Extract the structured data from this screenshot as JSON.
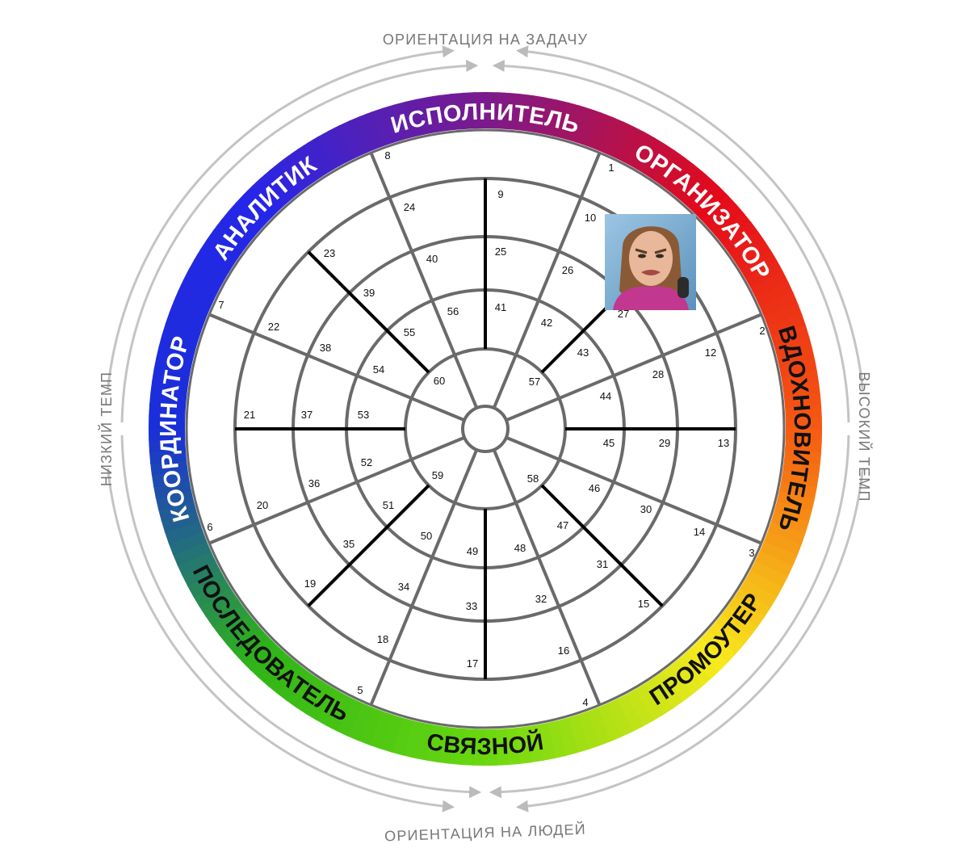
{
  "captions": {
    "top": "ОРИЕНТАЦИЯ НА ЗАДАЧУ",
    "bottom": "ОРИЕНТАЦИЯ НА ЛЮДЕЙ",
    "left": "НИЗКИЙ ТЕМП",
    "right": "ВЫСОКИЙ ТЕМП"
  },
  "roles": [
    {
      "key": "ispolnitel",
      "label": "ИСПОЛНИТЕЛЬ",
      "text_color": "#ffffff"
    },
    {
      "key": "organizator",
      "label": "ОРГАНИЗАТОР",
      "text_color": "#ffffff"
    },
    {
      "key": "vdokhnovitel",
      "label": "ВДОХНОВИТЕЛЬ",
      "text_color": "#111111"
    },
    {
      "key": "promouter",
      "label": "ПРОМОУТЕР",
      "text_color": "#111111"
    },
    {
      "key": "svyaznoy",
      "label": "СВЯЗНОЙ",
      "text_color": "#111111"
    },
    {
      "key": "posledovatel",
      "label": "ПОСЛЕДОВАТЕЛЬ",
      "text_color": "#111111"
    },
    {
      "key": "koordinator",
      "label": "КООРДИНАТОР",
      "text_color": "#ffffff"
    },
    {
      "key": "analitik",
      "label": "АНАЛИТИК",
      "text_color": "#ffffff"
    }
  ],
  "ring_colors": {
    "top": "#7b1a8c",
    "top_right": "#e40a1a",
    "right": "#f55a12",
    "bottom_right": "#f7ea1c",
    "bottom": "#6ad80f",
    "bottom_left": "#2eb418",
    "left": "#1a2fd8",
    "top_left": "#2626e8"
  },
  "cells": {
    "outer": [
      "1",
      "2",
      "3",
      "4",
      "5",
      "6",
      "7",
      "8"
    ],
    "ring4": [
      "9",
      "10",
      "12",
      "13",
      "14",
      "15",
      "16",
      "17",
      "18",
      "19",
      "20",
      "21",
      "22",
      "23",
      "24"
    ],
    "ring3": [
      "25",
      "26",
      "27",
      "28",
      "29",
      "30",
      "31",
      "32",
      "33",
      "34",
      "35",
      "36",
      "37",
      "38",
      "39",
      "40"
    ],
    "ring2": [
      "41",
      "42",
      "43",
      "44",
      "45",
      "46",
      "47",
      "48",
      "49",
      "50",
      "51",
      "52",
      "53",
      "54",
      "55",
      "56"
    ],
    "ring1": [
      "57",
      "58",
      "59",
      "60"
    ]
  },
  "photo": {
    "icon": "person-photo-icon"
  }
}
